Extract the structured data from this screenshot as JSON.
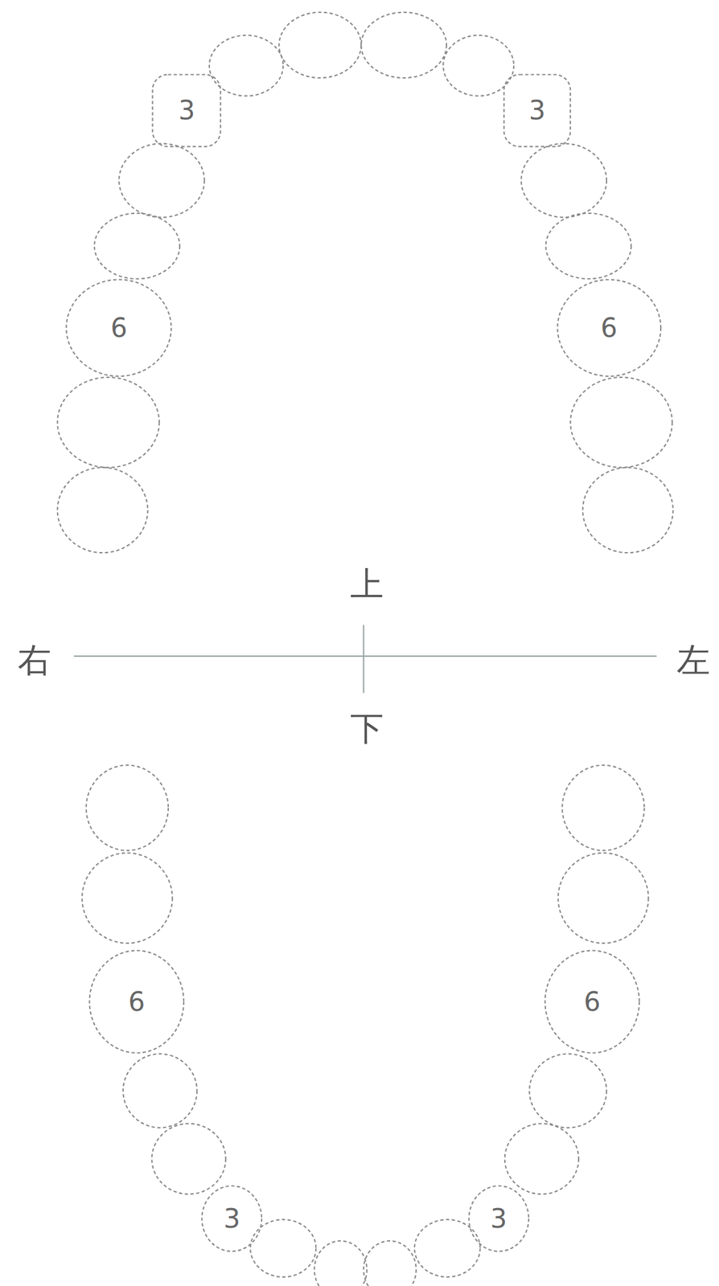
{
  "diagram": {
    "nodes": [
      {
        "text": [
          "3"
        ]
      },
      {
        "text": [
          "3"
        ]
      },
      {
        "text": [
          "6"
        ]
      },
      {
        "text": [
          "6"
        ]
      },
      {
        "text": [
          "6"
        ]
      },
      {
        "text": [
          "6"
        ]
      },
      {
        "text": [
          "3"
        ]
      },
      {
        "text": [
          "3"
        ]
      }
    ],
    "labels": [
      "上",
      "右",
      "左",
      "下"
    ]
  }
}
